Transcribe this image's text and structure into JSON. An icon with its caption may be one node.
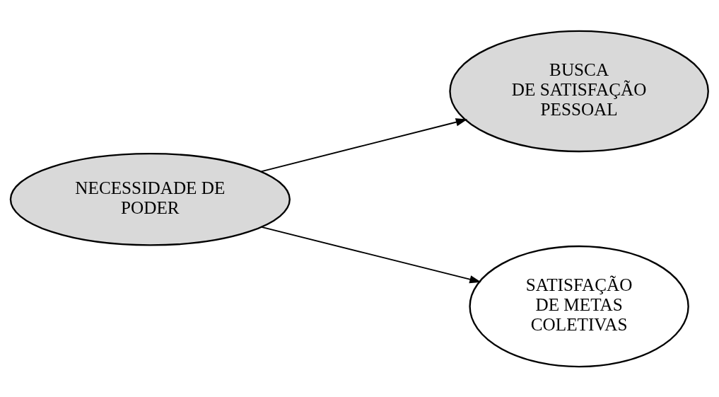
{
  "diagram": {
    "nodes": [
      {
        "text": [
          "NECESSIDADE DE PODER"
        ]
      },
      {
        "text": [
          "BUSCA DE SATISFAÇÃO PESSOAL"
        ]
      },
      {
        "text": [
          "SATISFAÇÃO DE METAS COLETIVAS"
        ]
      }
    ],
    "edges": [
      {
        "from": 0,
        "to": 1,
        "arrow": "to"
      },
      {
        "from": 0,
        "to": 2,
        "arrow": "to"
      }
    ]
  }
}
